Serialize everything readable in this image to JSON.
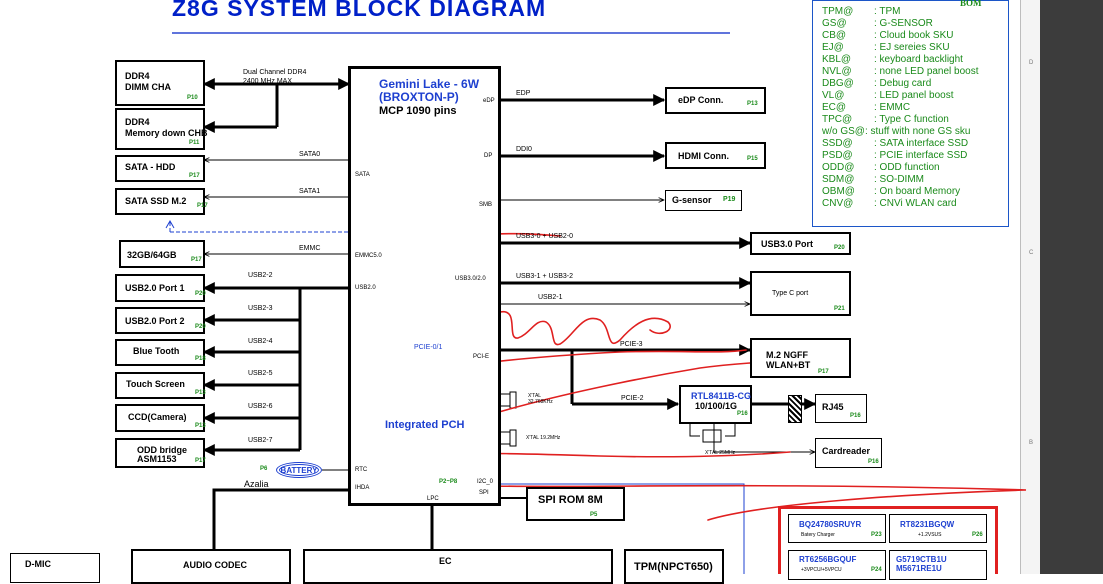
{
  "title": "Z8G SYSTEM BLOCK DIAGRAM",
  "cpu": {
    "line1": "Gemini Lake - 6W",
    "line2": "(BROXTON-P)",
    "line3": "MCP 1090 pins",
    "pch": "Integrated  PCH",
    "ports": {
      "sata": "SATA",
      "emmc": "EMMC5.0",
      "usb": "USB2.0",
      "pcie": "PCI-E",
      "rtc": "RTC",
      "ihda": "IHDA",
      "lpc": "LPC",
      "edp": "eDP",
      "dp": "DP",
      "smb": "SMB",
      "usb3": "USB3.0/2.0",
      "i2c": "I2C_0",
      "spi": "SPI",
      "page_ref": "P2~P8"
    }
  },
  "left": {
    "ddr4_cha_l1": "DDR4",
    "ddr4_cha_l2": "DIMM CHA",
    "ddr4_cha_page": "P10",
    "ddr4_chb_l1": "DDR4",
    "ddr4_chb_l2": "Memory down CHB",
    "ddr4_chb_page": "P11",
    "ddr_sig_l1": "Dual Channel DDR4",
    "ddr_sig_l2": "2400 MHz MAX",
    "sata_hdd": "SATA - HDD",
    "sata_hdd_page": "P17",
    "sata0": "SATA0",
    "sata_ssd": "SATA SSD M.2",
    "sata_ssd_page": "P17",
    "sata1": "SATA1",
    "emmc_box": "32GB/64GB",
    "emmc_page": "P17",
    "emmc_sig": "EMMC",
    "usb_p1": "USB2.0 Port 1",
    "usb_p1_page": "P20",
    "usb_p1_sig": "USB2-2",
    "usb_p2": "USB2.0 Port 2",
    "usb_p2_page": "P20",
    "usb_p2_sig": "USB2-3",
    "bt": "Blue Tooth",
    "bt_page": "P18",
    "bt_sig": "USB2-4",
    "touch": "Touch Screen",
    "touch_page": "P13",
    "touch_sig": "USB2-5",
    "ccd": "CCD(Camera)",
    "ccd_page": "P13",
    "ccd_sig": "USB2-6",
    "odd_l1": "ODD bridge",
    "odd_l2": "ASM1153",
    "odd_page": "P17",
    "odd_sig": "USB2-7",
    "pcie01": "PCIE-0/1",
    "battery": "BATTERY",
    "battery_page": "P6",
    "azalia": "Azalia"
  },
  "right": {
    "edp_box": "eDP  Conn.",
    "edp_page": "P13",
    "edp_sig": "EDP",
    "hdmi_box": "HDMI Conn.",
    "hdmi_page": "P15",
    "hdmi_sig": "DDI0",
    "gsensor_box": "G-sensor",
    "gsensor_page": "P19",
    "usb30_box": "USB3.0 Port",
    "usb30_page": "P20",
    "usb30_sig": "USB3-0 + USB2-0",
    "typec_box": "Type C port",
    "typec_page": "P21",
    "typec_sig1": "USB3-1 + USB3-2",
    "typec_sig2": "USB2-1",
    "m2_l1": "M.2 NGFF",
    "m2_l2": "WLAN+BT",
    "m2_page": "P17",
    "m2_sig": "PCIE-3",
    "lan_l1": "RTL8411B-CG",
    "lan_l2": "10/100/1G",
    "lan_page": "P16",
    "lan_sig": "PCIE-2",
    "rj45": "RJ45",
    "rj45_page": "P16",
    "card": "Cardreader",
    "card_page": "P16",
    "xtal1_l1": "X'TAL",
    "xtal1_l2": "32.768KHz",
    "xtal2": "X'TAL 19.2MHz",
    "xtal3": "X'TAL 25MHz"
  },
  "bottom": {
    "spi_rom": "SPI ROM 8M",
    "spi_page": "P5",
    "dmic": "D-MIC",
    "audio": "AUDIO CODEC",
    "ec": "EC",
    "tpm": "TPM(NPCT650)"
  },
  "bom": {
    "title": "BOM",
    "rows": [
      {
        "k": "TPM@",
        "v": ": TPM"
      },
      {
        "k": "GS@",
        "v": ": G-SENSOR"
      },
      {
        "k": "CB@",
        "v": ": Cloud book SKU"
      },
      {
        "k": "EJ@",
        "v": ": EJ sereies SKU"
      },
      {
        "k": "KBL@",
        "v": ": keyboard backlight"
      },
      {
        "k": "NVL@",
        "v": ": none LED panel boost"
      },
      {
        "k": "DBG@",
        "v": ": Debug card"
      },
      {
        "k": "VL@",
        "v": ": LED panel boost"
      },
      {
        "k": "EC@",
        "v": ": EMMC"
      },
      {
        "k": "TPC@",
        "v": ": Type C function"
      },
      {
        "k": "w/o GS@",
        "v": ": stuff with none GS sku"
      },
      {
        "k": "SSD@",
        "v": ": SATA interface SSD"
      },
      {
        "k": "PSD@",
        "v": ": PCIE interface SSD"
      },
      {
        "k": "ODD@",
        "v": ": ODD function"
      },
      {
        "k": "SDM@",
        "v": ": SO-DIMM"
      },
      {
        "k": "OBM@",
        "v": ": On board Memory"
      },
      {
        "k": "CNV@",
        "v": ": CNVi WLAN card"
      }
    ]
  },
  "power": {
    "p1": "BQ24780SRUYR",
    "p1_sub": "Batery Charger",
    "p1_page": "P23",
    "p2": "RT8231BGQW",
    "p2_sub": "+1.2VSUS",
    "p2_page": "P26",
    "p3": "RT6256BGQUF",
    "p3_sub": "+3VPCU/+5VPCU",
    "p3_page": "P24",
    "p4_l1": "G5719CTB1U",
    "p4_l2": "M5671RE1U"
  },
  "colors": {
    "title": "#0020c8",
    "cpu_text": "#1e40d0",
    "page_ref": "#1a8a1a",
    "bom": "#1a8a1a",
    "annotation": "#e02020"
  }
}
